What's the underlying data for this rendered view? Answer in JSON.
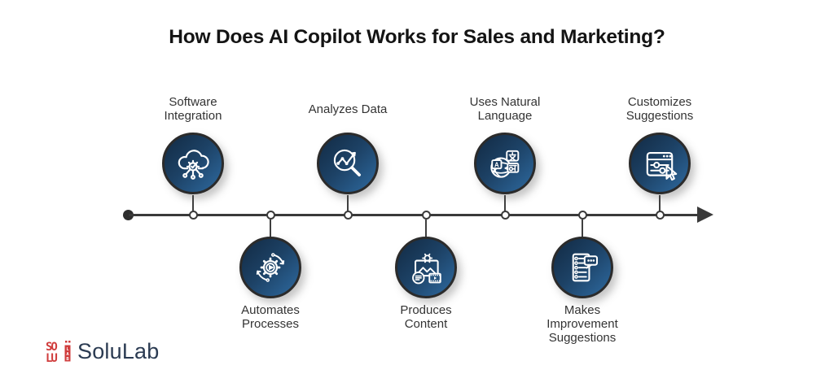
{
  "title": "How Does AI Copilot Works for Sales and Marketing?",
  "steps": [
    {
      "label": "Software Integration",
      "icon": "cloud-gear-network-icon",
      "position": "top"
    },
    {
      "label": "Automates Processes",
      "icon": "gear-play-cycle-icon",
      "position": "bottom"
    },
    {
      "label": "Analyzes Data",
      "icon": "magnifier-chart-icon",
      "position": "top"
    },
    {
      "label": "Produces Content",
      "icon": "media-content-icon",
      "position": "bottom"
    },
    {
      "label": "Uses Natural Language",
      "icon": "translation-globe-icon",
      "position": "top"
    },
    {
      "label": "Makes Improvement Suggestions",
      "icon": "checklist-chat-icon",
      "position": "bottom"
    },
    {
      "label": "Customizes Suggestions",
      "icon": "settings-panel-cursor-icon",
      "position": "top"
    }
  ],
  "timeline": {
    "direction": "left-to-right",
    "start_marker": "dot",
    "end_marker": "arrow"
  },
  "brand": {
    "name": "SoluLab"
  },
  "colors": {
    "title_text": "#141414",
    "label_text": "#333333",
    "timeline": "#3a3a3a",
    "circle_ring": "#2b2b2b",
    "circle_gradient_start": "#122a43",
    "circle_gradient_end": "#2e6aa0",
    "icon_stroke": "#ffffff",
    "brand_red": "#d03c3c",
    "brand_navy": "#2b3b52"
  }
}
